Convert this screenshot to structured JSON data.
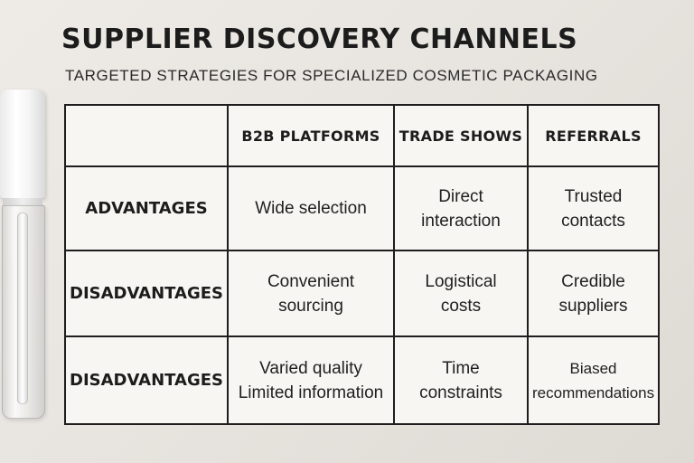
{
  "title": "SUPPLIER DISCOVERY CHANNELS",
  "subtitle": "TARGETED STRATEGIES FOR SPECIALIZED COSMETIC PACKAGING",
  "table": {
    "columns": [
      "",
      "B2B PLATFORMS",
      "TRADE SHOWS",
      "REFERRALS"
    ],
    "rows": [
      {
        "label": "ADVANTAGES",
        "cells": [
          [
            "Wide selection"
          ],
          [
            "Direct",
            "interaction"
          ],
          [
            "Trusted",
            "contacts"
          ]
        ]
      },
      {
        "label": "DISADVANTAGES",
        "cells": [
          [
            "Convenient",
            "sourcing"
          ],
          [
            "Logistical",
            "costs"
          ],
          [
            "Credible",
            "suppliers"
          ]
        ]
      },
      {
        "label": "DISADVANTAGES",
        "cells": [
          [
            "Varied quality",
            "Limited information"
          ],
          [
            "Time",
            "constraints"
          ],
          [
            "Biased",
            "recommendations"
          ]
        ]
      }
    ]
  }
}
